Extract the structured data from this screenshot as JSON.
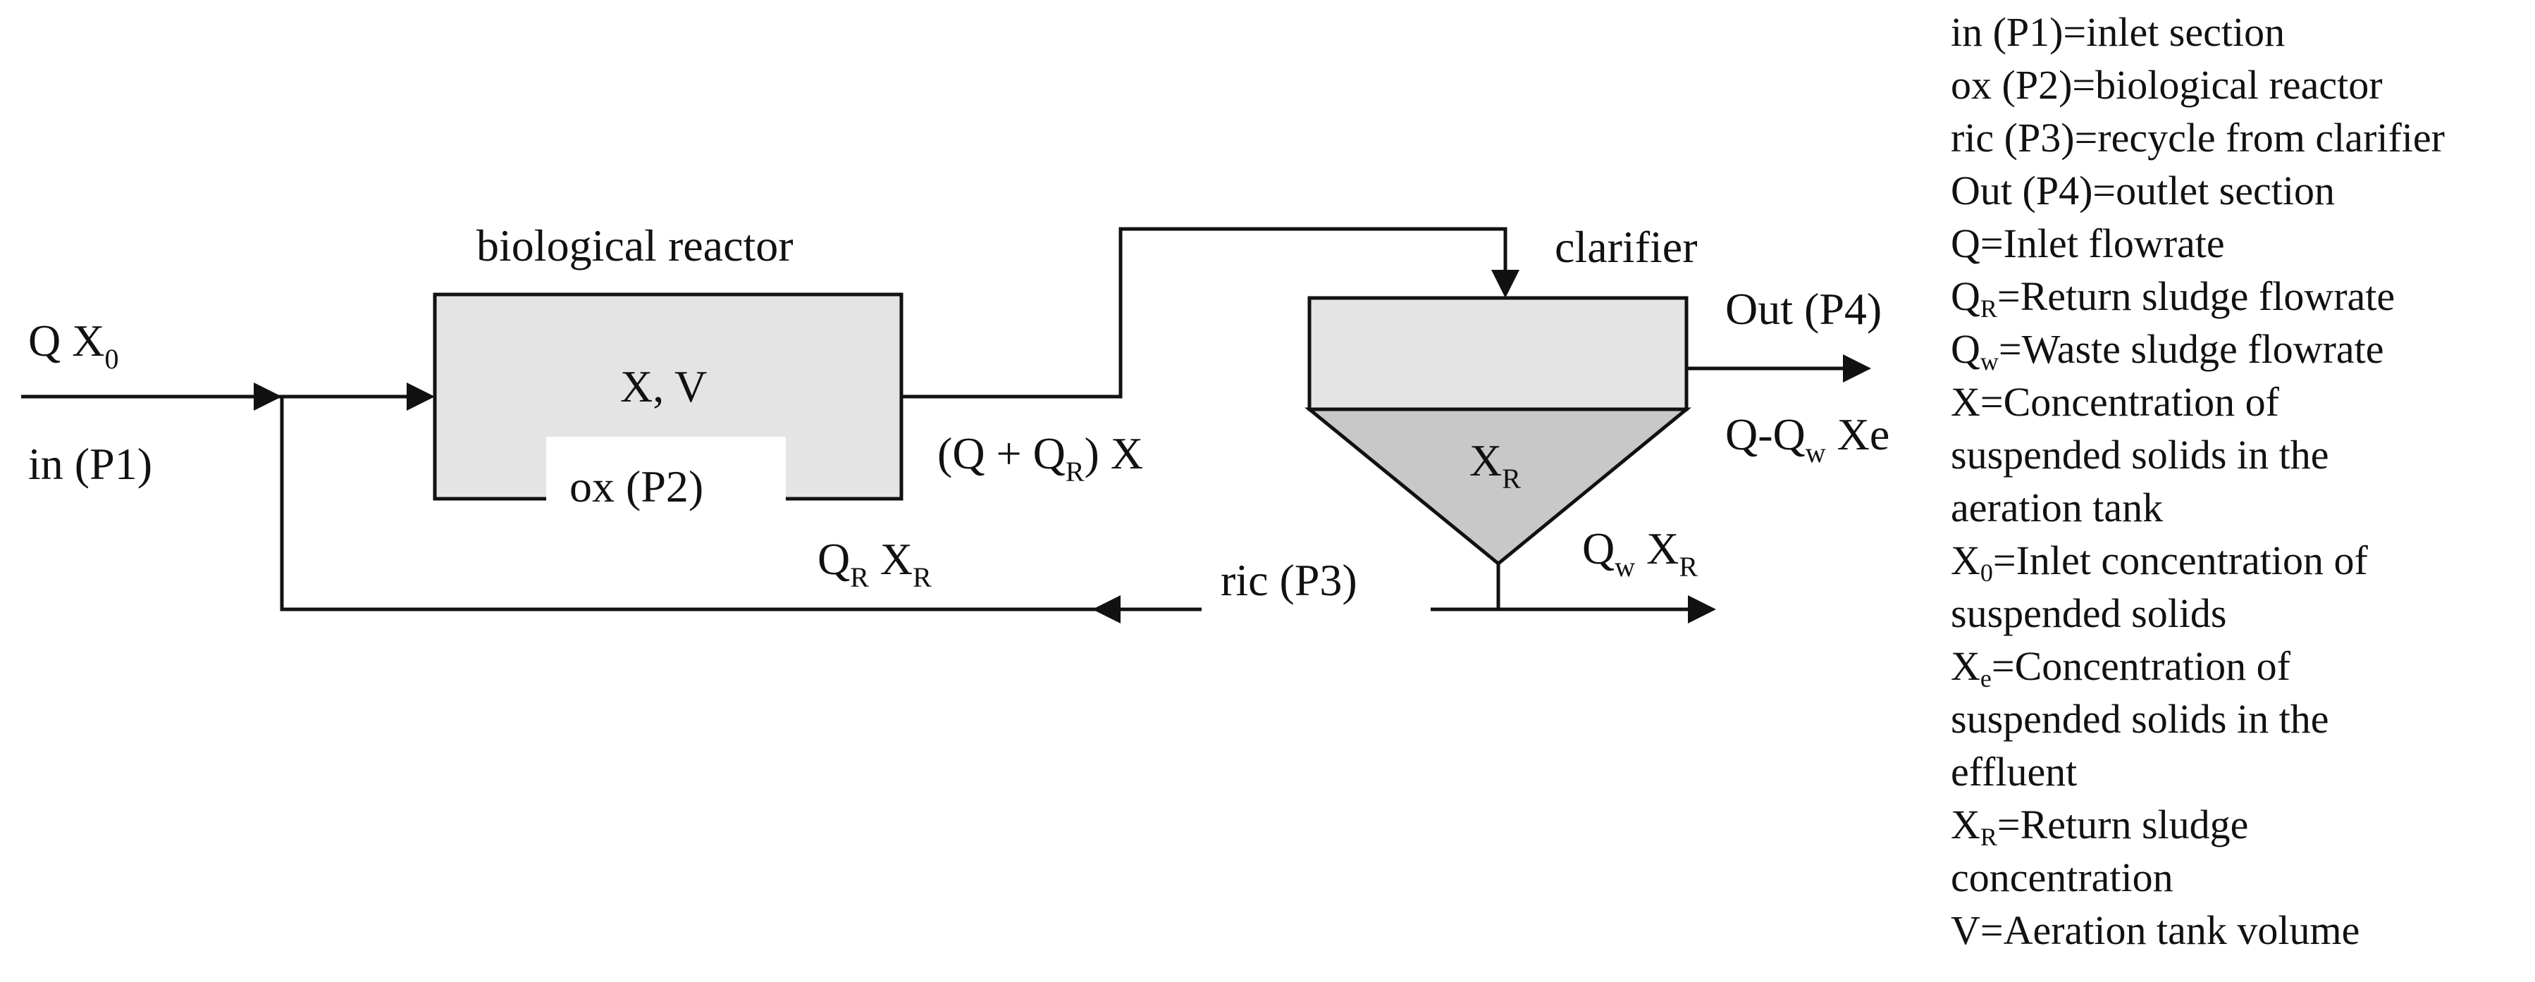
{
  "diagram": {
    "title_reactor": "biological reactor",
    "title_clarifier": "clarifier",
    "reactor_symbol": "X, V",
    "reactor_point": "ox (P2)",
    "inlet_flow_main": "Q X",
    "inlet_flow_sub": "0",
    "inlet_point": "in (P1)",
    "reactor_out_open": "(Q + Q",
    "reactor_out_sub": "R",
    "reactor_out_close": ") X",
    "clarifier_symbol": "X",
    "clarifier_symbol_sub": "R",
    "outlet_point": "Out (P4)",
    "effluent_main": "Q-Q",
    "effluent_sub": "w",
    "effluent_tail": " Xe",
    "waste_q": "Q",
    "waste_q_sub": "w",
    "waste_x": " X",
    "waste_x_sub": "R",
    "recycle_q": "Q",
    "recycle_q_sub": "R",
    "recycle_x": " X",
    "recycle_x_sub": "R",
    "recycle_point": "ric (P3)",
    "colors": {
      "tank_fill": "#e4e4e4",
      "cone_fill": "#c8c8c8",
      "line": "#111111"
    }
  },
  "legend": [
    {
      "sym": "in (P1)",
      "sub": "",
      "rest": "=inlet section"
    },
    {
      "sym": "ox (P2)",
      "sub": "",
      "rest": "=biological reactor"
    },
    {
      "sym": "ric (P3)",
      "sub": "",
      "rest": "=recycle from clarifier"
    },
    {
      "sym": "Out (P4)",
      "sub": "",
      "rest": "=outlet section"
    },
    {
      "sym": "Q",
      "sub": "",
      "rest": "=Inlet flowrate"
    },
    {
      "sym": "Q",
      "sub": "R",
      "rest": "=Return sludge flowrate"
    },
    {
      "sym": "Q",
      "sub": "w",
      "rest": "=Waste sludge flowrate"
    },
    {
      "sym": "X",
      "sub": "",
      "rest": "=Concentration of"
    },
    {
      "sym": "",
      "sub": "",
      "rest": "suspended solids in the"
    },
    {
      "sym": "",
      "sub": "",
      "rest": "aeration tank"
    },
    {
      "sym": "X",
      "sub": "0",
      "rest": "=Inlet concentration of"
    },
    {
      "sym": "",
      "sub": "",
      "rest": "suspended solids"
    },
    {
      "sym": "X",
      "sub": "e",
      "rest": "=Concentration of"
    },
    {
      "sym": "",
      "sub": "",
      "rest": "suspended solids in the"
    },
    {
      "sym": "",
      "sub": "",
      "rest": "effluent"
    },
    {
      "sym": "X",
      "sub": "R",
      "rest": "=Return sludge"
    },
    {
      "sym": "",
      "sub": "",
      "rest": "concentration"
    },
    {
      "sym": "V",
      "sub": "",
      "rest": "=Aeration tank volume"
    }
  ]
}
